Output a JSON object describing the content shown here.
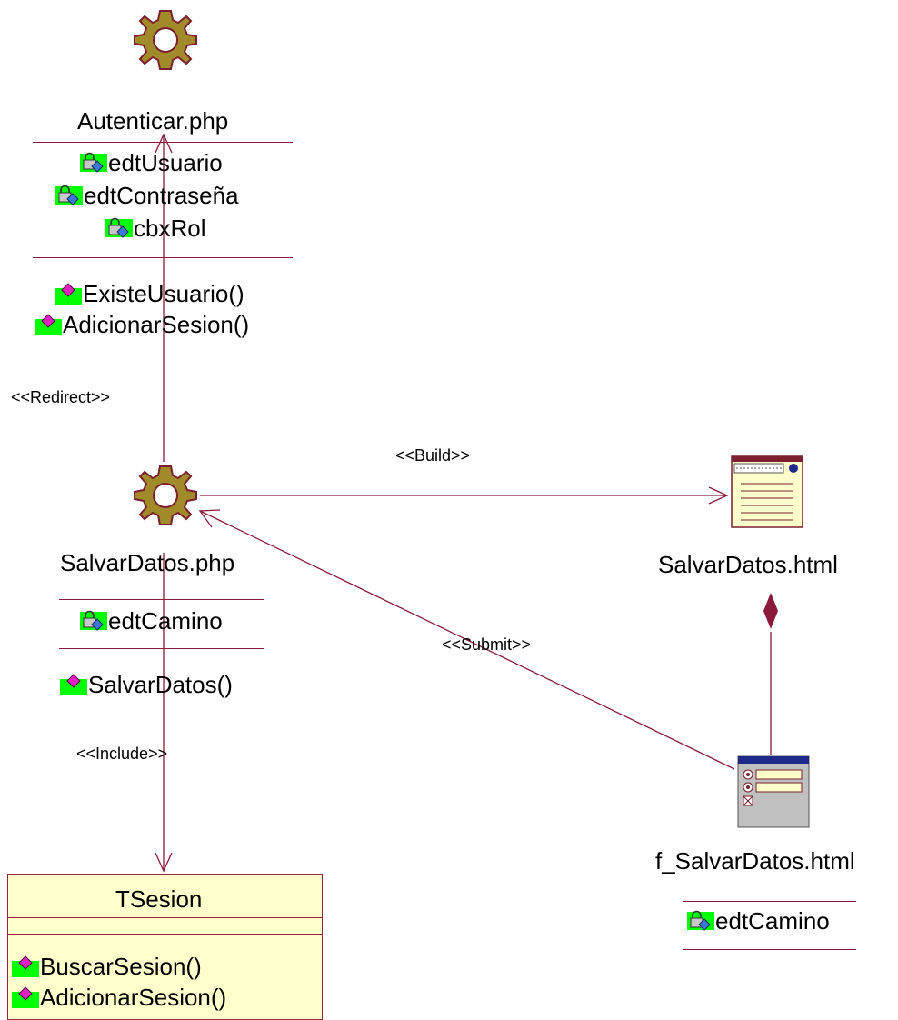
{
  "colors": {
    "line": "#8b1a3a",
    "gear_fill": "#a08a2a",
    "gear_stroke": "#7a1f2e",
    "icon_green": "#00ff00",
    "icon_pink": "#e020c0",
    "class_fill": "#ffffcc"
  },
  "autenticar": {
    "title": "Autenticar.php",
    "attributes": [
      "edtUsuario",
      "edtContraseña",
      "cbxRol"
    ],
    "operations": [
      "ExisteUsuario()",
      "AdicionarSesion()"
    ]
  },
  "salvar_php": {
    "title": "SalvarDatos.php",
    "attributes": [
      "edtCamino"
    ],
    "operations": [
      "SalvarDatos()"
    ]
  },
  "salvar_html": {
    "title": "SalvarDatos.html"
  },
  "f_salvar": {
    "title": "f_SalvarDatos.html",
    "attributes": [
      "edtCamino"
    ]
  },
  "tsesion": {
    "title": "TSesion",
    "operations": [
      "BuscarSesion()",
      "AdicionarSesion()"
    ]
  },
  "stereotypes": {
    "redirect": "<<Redirect>>",
    "build": "<<Build>>",
    "submit": "<<Submit>>",
    "include": "<<Include>>"
  },
  "icons": {
    "server_page": "gear-icon",
    "client_page": "web-page-icon",
    "form": "form-icon",
    "attribute": "locked-attribute-icon",
    "operation": "operation-icon"
  }
}
